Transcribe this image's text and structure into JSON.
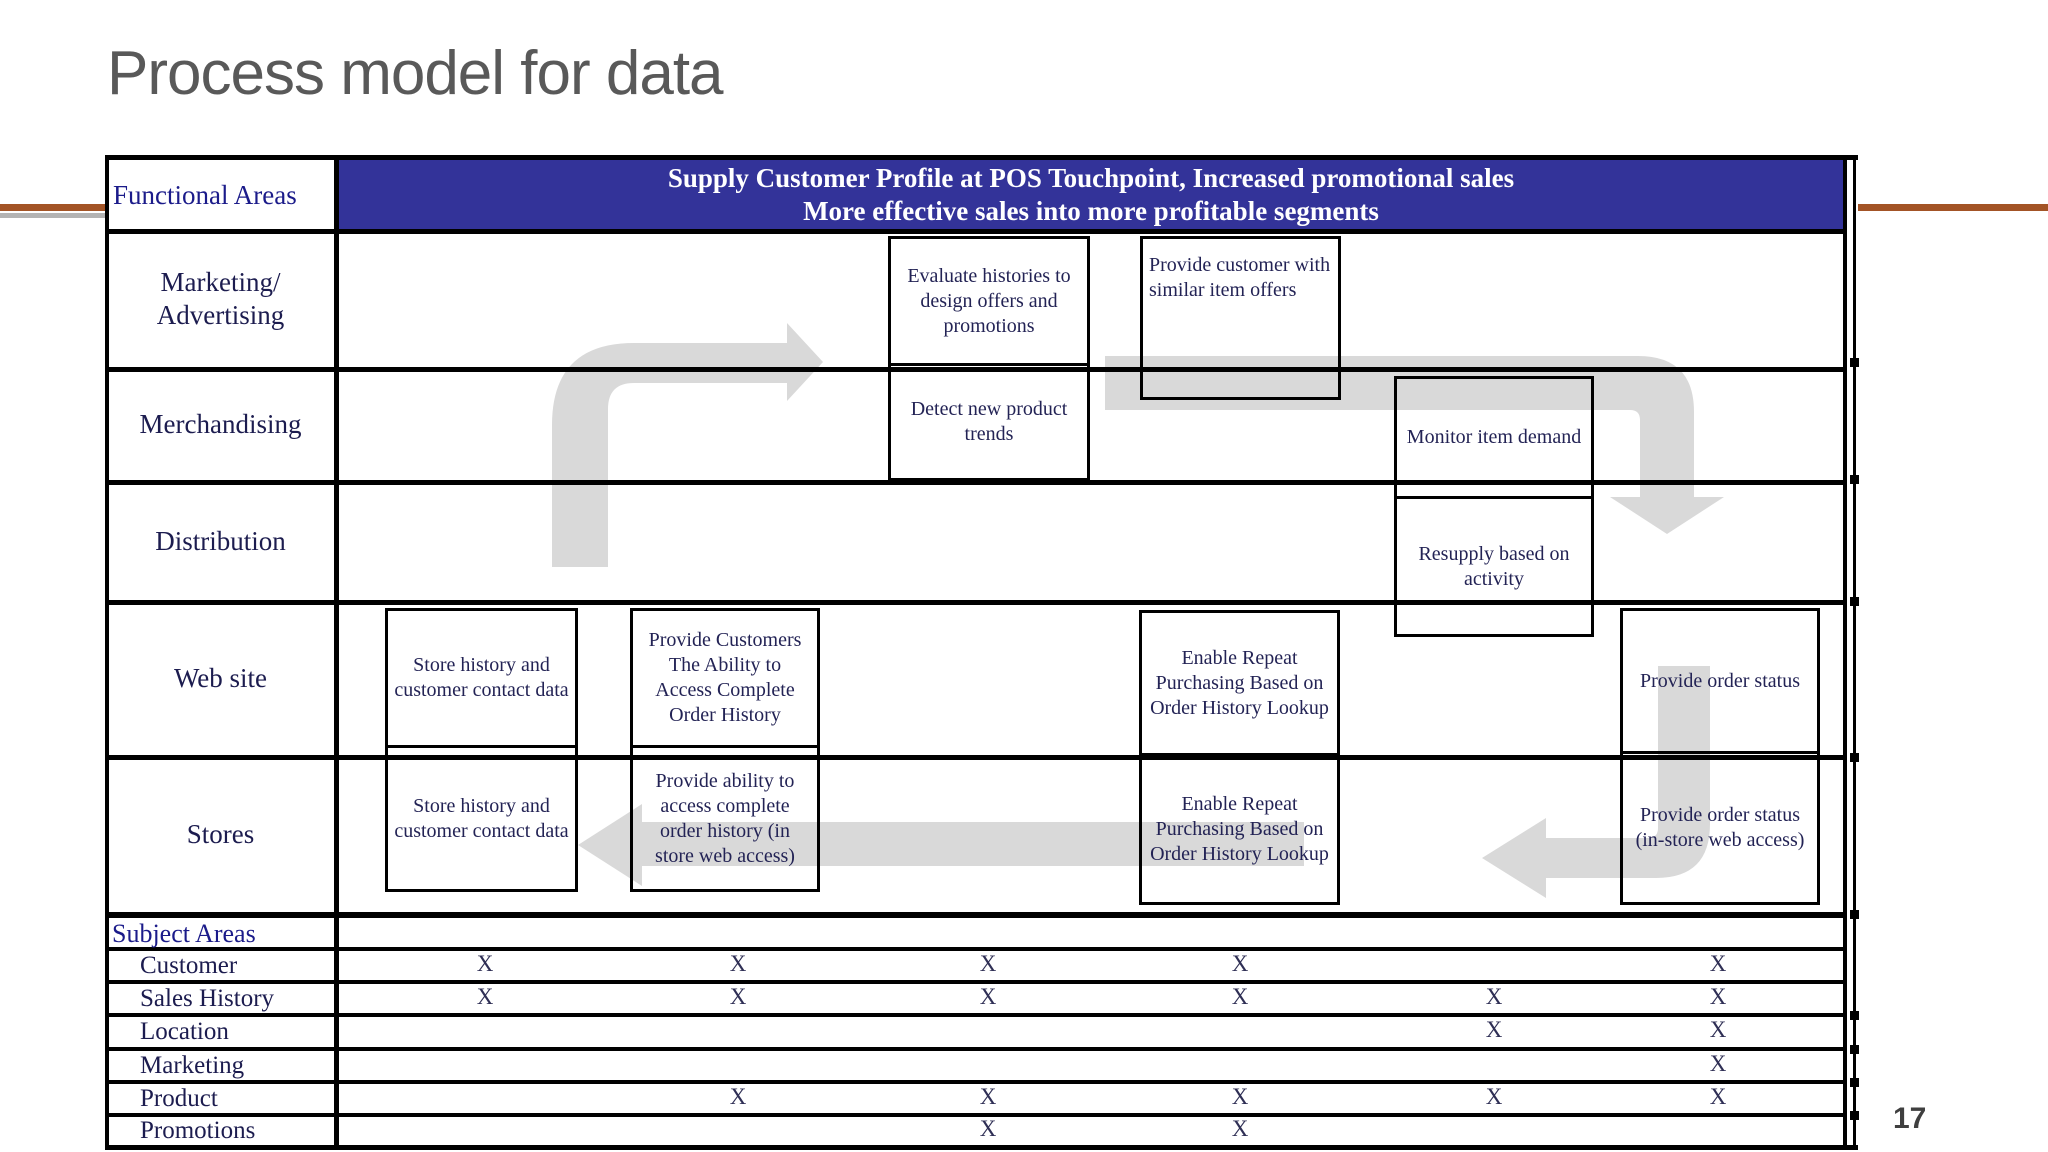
{
  "slide": {
    "title": "Process model for data",
    "page_number": "17"
  },
  "colors": {
    "banner_bg": "#333399",
    "arrow_gray": "#d9d9d9",
    "accent_line_brown": "#a35426",
    "title_gray": "#595959"
  },
  "banner": {
    "line1": "Supply Customer Profile at POS Touchpoint, Increased promotional sales",
    "line2": "More effective sales into more profitable segments"
  },
  "functional_areas": {
    "header": "Functional Areas",
    "rows": [
      "Marketing/ Advertising",
      "Merchandising",
      "Distribution",
      "Web site",
      "Stores"
    ]
  },
  "process_boxes": {
    "evaluate_histories": "Evaluate histories to design offers and promotions",
    "detect_trends": "Detect new product trends",
    "similar_item_offers": "Provide customer with similar item offers",
    "monitor_demand": "Monitor item demand",
    "resupply": "Resupply based on activity",
    "store_history_web": "Store history and customer contact data",
    "store_history_stores": "Store history and customer contact data",
    "order_history_web": "Provide Customers The Ability to Access Complete Order History",
    "order_history_stores": "Provide ability to access complete order history (in store web access)",
    "repeat_purchasing_web": "Enable Repeat Purchasing Based on Order History Lookup",
    "repeat_purchasing_stores": "Enable Repeat Purchasing Based on Order History Lookup",
    "order_status_web": "Provide order status",
    "order_status_stores": "Provide order status (in-store web access)"
  },
  "subject_areas": {
    "header": "Subject Areas",
    "mark": "X",
    "rows": [
      {
        "label": "Customer",
        "cells": [
          "X",
          "X",
          "X",
          "X",
          "",
          "X"
        ]
      },
      {
        "label": "Sales History",
        "cells": [
          "X",
          "X",
          "X",
          "X",
          "X",
          "X"
        ]
      },
      {
        "label": "Location",
        "cells": [
          "",
          "",
          "",
          "",
          "X",
          "X"
        ]
      },
      {
        "label": "Marketing",
        "cells": [
          "",
          "",
          "",
          "",
          "",
          "X"
        ]
      },
      {
        "label": "Product",
        "cells": [
          "",
          "X",
          "X",
          "X",
          "X",
          "X"
        ]
      },
      {
        "label": "Promotions",
        "cells": [
          "",
          "",
          "X",
          "X",
          "",
          ""
        ]
      }
    ]
  }
}
